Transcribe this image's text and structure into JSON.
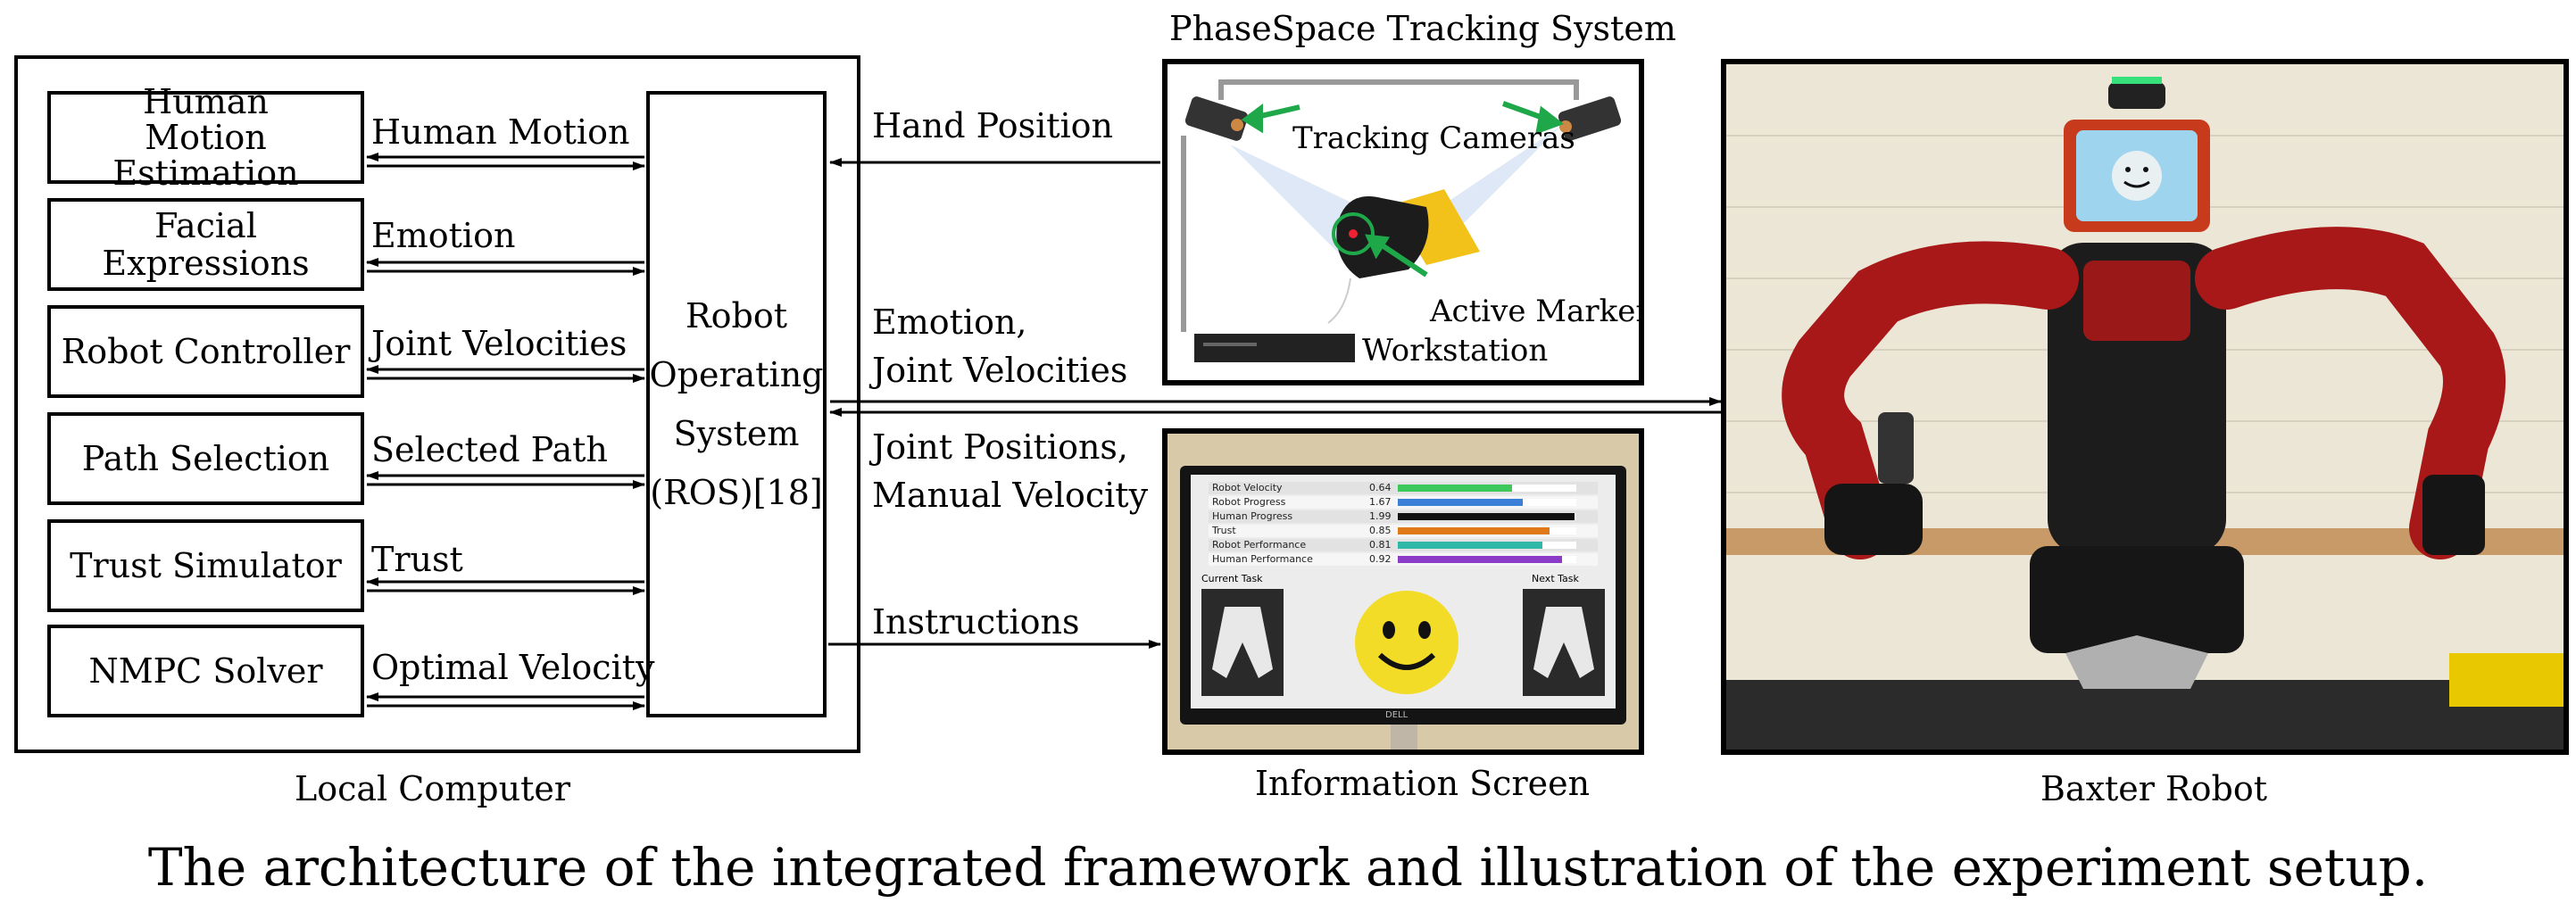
{
  "local_computer": {
    "caption": "Local Computer",
    "modules": [
      {
        "name": "Human\nMotion Estimation",
        "signal": "Human Motion"
      },
      {
        "name": "Facial Expressions",
        "signal": "Emotion"
      },
      {
        "name": "Robot Controller",
        "signal": "Joint Velocities"
      },
      {
        "name": "Path Selection",
        "signal": "Selected Path"
      },
      {
        "name": "Trust Simulator",
        "signal": "Trust"
      },
      {
        "name": "NMPC Solver",
        "signal": "Optimal Velocity"
      }
    ],
    "ros": "Robot\nOperating\nSystem\n(ROS)[18]"
  },
  "links": {
    "hand_position": "Hand Position",
    "emotion_joint": "Emotion,\nJoint Velocities",
    "joint_manual": "Joint Positions,\nManual Velocity",
    "instructions": "Instructions"
  },
  "tracking": {
    "title": "PhaseSpace Tracking System",
    "cameras": "Tracking Cameras",
    "marker": "Active Marker",
    "workstation": "Workstation"
  },
  "screen": {
    "caption": "Information Screen",
    "rows": [
      {
        "label": "Robot Velocity",
        "value": "0.64",
        "fill": 0.64,
        "color": "#3cc85a"
      },
      {
        "label": "Robot Progress",
        "value": "1.67",
        "fill": 0.7,
        "color": "#3a7fd8"
      },
      {
        "label": "Human Progress",
        "value": "1.99",
        "fill": 0.99,
        "color": "#111111"
      },
      {
        "label": "Trust",
        "value": "0.85",
        "fill": 0.85,
        "color": "#e07a18"
      },
      {
        "label": "Robot Performance",
        "value": "0.81",
        "fill": 0.81,
        "color": "#2fb8a8"
      },
      {
        "label": "Human Performance",
        "value": "0.92",
        "fill": 0.92,
        "color": "#8a3cc8"
      }
    ],
    "current_task": "Current Task",
    "next_task": "Next Task",
    "brand": "DELL"
  },
  "robot": {
    "caption": "Baxter Robot"
  },
  "figure_caption": "The architecture of the integrated framework and illustration of the experiment setup.",
  "colors": {
    "green_arrow": "#1ea84a",
    "robot_red": "#a81818",
    "smiley": "#f2dc28"
  }
}
